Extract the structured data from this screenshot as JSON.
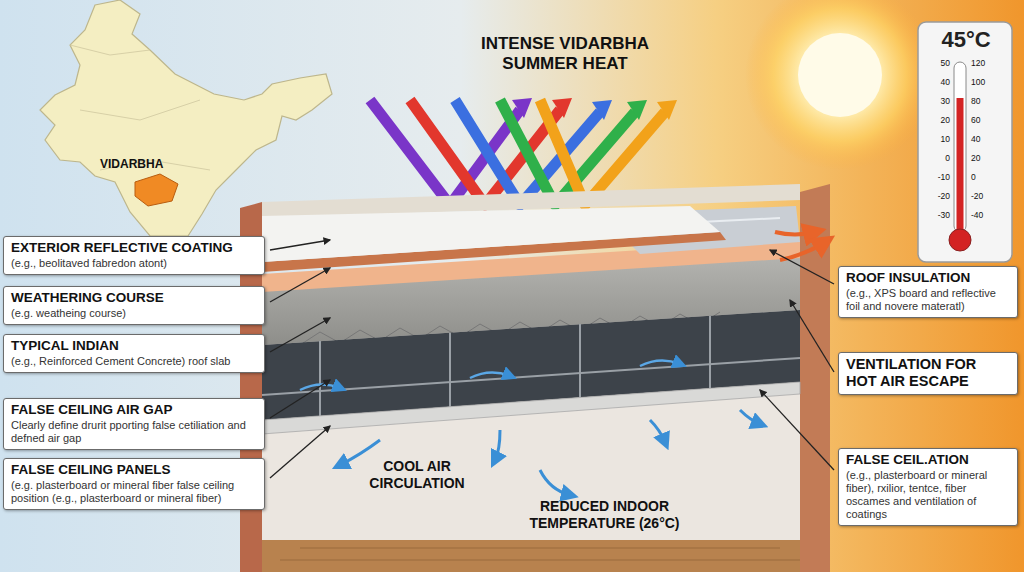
{
  "diagram": {
    "title": "INTENSE VIDARBHA SUMMER HEAT",
    "nodes": [
      {
        "text": [
          "EXTERIOR REFLECTIVE COATING",
          "(e.g., beolitaved fabredon atont)"
        ]
      },
      {
        "text": [
          "WEATHERING COURSE",
          "(e.g. weatheing course)"
        ]
      },
      {
        "text": [
          "TYPICAL INDIAN",
          "(e.g., Reinforced Cement Concrete) roof slab"
        ]
      },
      {
        "text": [
          "FALSE CEILING AIR GAP",
          "Clearly define drurit pporting false cetiliation and defned air gap"
        ]
      },
      {
        "text": [
          "FALSE CEILING PANELS",
          "(e.g. plasterboard or mineral fiber false ceiling position (e.g., plasterboard or mineral fiber)"
        ]
      },
      {
        "text": [
          "ROOF INSULATION",
          "(e.g., XPS board and reflective foil and novere materatl)"
        ]
      },
      {
        "text": [
          "VENTILATION FOR HOT AIR ESCAPE"
        ]
      },
      {
        "text": [
          "FALSE CEIL.ATION",
          "(e.g., plasterboard or mineral fiber), rxilior, tentce, fiber oscames and ventilation of coatings"
        ]
      }
    ],
    "labels": [
      "VIDARBHA",
      "45°C",
      "50",
      "40",
      "30",
      "20",
      "10",
      "0",
      "-10",
      "-20",
      "-30",
      "120",
      "100",
      "80",
      "60",
      "40",
      "20",
      "0",
      "-20",
      "-40",
      "COOL AIR CIRCULATION",
      "REDUCED INDOOR TEMPERATURE (26°C)"
    ]
  }
}
